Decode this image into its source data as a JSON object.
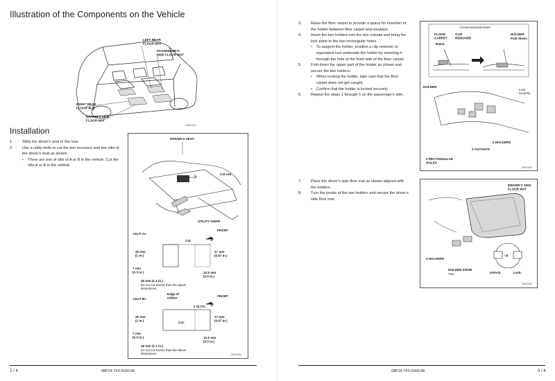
{
  "left_page": {
    "title": "Illustration of the Components on the Vehicle",
    "vehicle_figure": {
      "labels": {
        "left_rear": "LEFT REAR\nFLOOR MAT",
        "passenger_side": "PASSENGER'S\nSIDE FLOOR MAT",
        "right_rear": "RIGHT REAR\nFLOOR MAT",
        "driver_side": "DRIVER'S SIDE\nFLOOR MAT"
      },
      "code": "S08712C5"
    },
    "section_heading": "Installation",
    "steps": [
      {
        "num": "1.",
        "text": "Slide the driver's seat to the rear."
      },
      {
        "num": "2.",
        "text": "Use a utility knife to cut the two recesses and two slits of the driver's seat as shown."
      }
    ],
    "step2_bullet": "There are one of slits of A or B in the vehicle. Cut the slits A or B in the vehicle.",
    "seat_figure": {
      "drivers_seat": "DRIVER'S SEAT",
      "cut_out": "Cut out.",
      "utility_knife": "UTILITY KNIFE",
      "slit_a": {
        "tag": "<SLIT A>",
        "front": "FRONT",
        "cut": "Cut.",
        "dim_26": "26 mm\n(1 in.)",
        "dim_17": "17 mm\n(0.67 in.)",
        "dim_7": "7 mm\n(0.3 in.)",
        "dim_12_5": "12.5 mm\n(0.5 in.)",
        "dim_29": "29 mm (1.1 in.)",
        "note": "Do not cut shorter than the above\ndimensions."
      },
      "slit_b": {
        "tag": "<SLIT B>",
        "edge": "Edge of\nrubber",
        "front": "FRONT",
        "slits": "2 SLITS",
        "cut": "Cut.",
        "dim_26": "26 mm\n(1 in.)",
        "dim_17": "17 mm\n(0.67 in.)",
        "dim_7": "7 mm\n(0.3 in.)",
        "dim_12_5": "12.5 mm\n(0.5 in.)",
        "dim_29": "29 mm (1.1 in.)",
        "note": "Do not cut shorter than the above\ndimensions."
      },
      "code": "S08710D4"
    },
    "folio": "2 / 4",
    "doc_number": "08P14-TF0-5000-96"
  },
  "right_page": {
    "steps_a": [
      {
        "num": "3.",
        "text": "Raise the floor carpet to provide a space for insertion of the holder between floor carpet and insulator."
      },
      {
        "num": "4.",
        "text": "Insert the two holders into the two cutouts and bring the lock parts to the two rectangular holes.",
        "bullet": "To support the holder, position a clip remover or equivalent tool underside the holder by inserting it through the hole at the front side of the floor carpet."
      },
      {
        "num": "5.",
        "text": "Fold down the upper part of the holder as shown and secure the two holders.",
        "bullets": [
          "When locking the holder, take care that the floor carpet does not get caught.",
          "Confirm that the holder is locked securely."
        ]
      },
      {
        "num": "6.",
        "text": "Repeat the steps 1 through 5 on the passenger's side."
      }
    ],
    "holder_figure": {
      "cross": "<Cross-sectional view>",
      "floor_carpet": "FLOOR\nCARPET",
      "clip_remover": "CLIP\nREMOVER",
      "raise": "Raise.",
      "holder": "HOLDER",
      "fold_down": "Fold down.",
      "holder_side": "HOLDER",
      "lock": "Lock\nsecurely.",
      "holders": "2 HOLDERS",
      "cutouts": "2 CUTOUTS",
      "rect_holes": "2 RECTANGULAR\nHOLES",
      "code": "S08710D4"
    },
    "steps_b": [
      {
        "num": "7.",
        "text": "Place the driver's side floor mat as shown aligned with the holders."
      },
      {
        "num": "8.",
        "text": "Turn the knobs of the two holders and secure the driver's side floor mat."
      }
    ],
    "mat_figure": {
      "drivers_mat": "DRIVER'S SIDE\nFLOOR MAT",
      "holders": "2 HOLDERS",
      "holder_knob": "HOLDER KNOB",
      "turn": "Turn.",
      "unlock": "Unlock.",
      "lock": "Lock.",
      "code": "S08710D4"
    },
    "doc_number": "08P14-TF0-5000-96",
    "folio": "3 / 4"
  }
}
